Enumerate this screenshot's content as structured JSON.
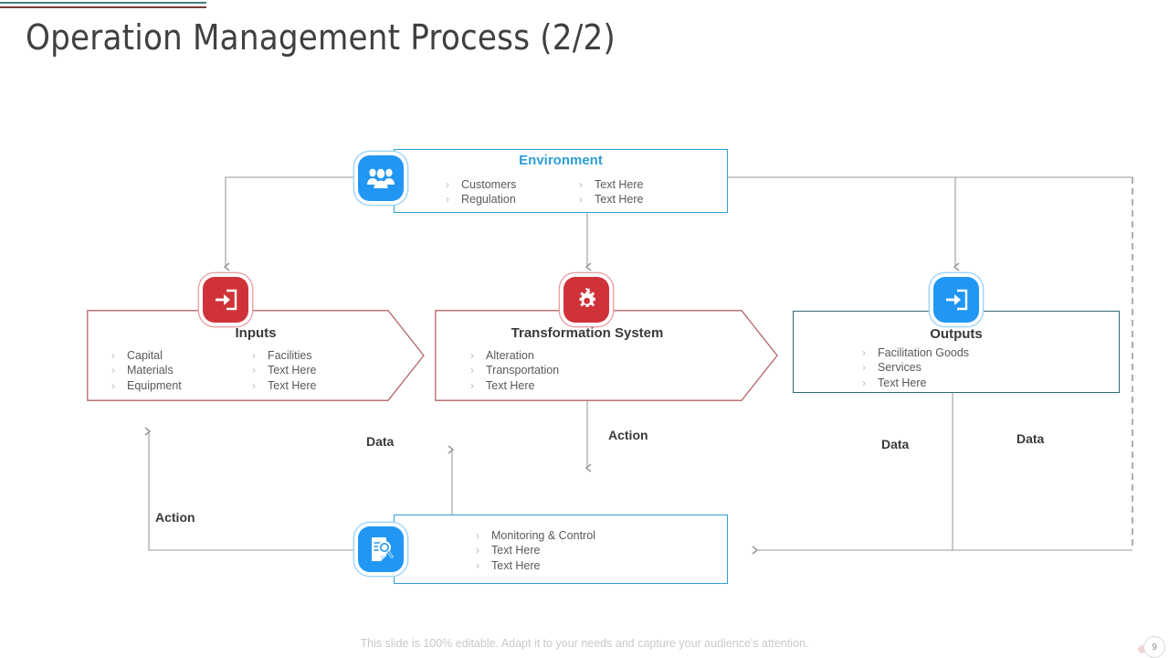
{
  "slide": {
    "title": "Operation Management Process (2/2)",
    "page_number": "9",
    "footer": "This slide is 100% editable. Adapt it to your needs and capture your audience's attention.",
    "accent_teal": "#3f7f86",
    "accent_maroon": "#7c3b3b",
    "accent_blue": "#2196f3",
    "accent_red": "#cf3339",
    "outputs_border": "#2e6b73"
  },
  "environment": {
    "heading": "Environment",
    "icon": "people-group-icon",
    "col1": [
      "Customers",
      "Regulation"
    ],
    "col2": [
      "Text Here",
      "Text Here"
    ]
  },
  "inputs": {
    "heading": "Inputs",
    "icon": "arrow-into-door-icon",
    "col1": [
      "Capital",
      "Materials",
      "Equipment"
    ],
    "col2": [
      "Facilities",
      "Text Here",
      "Text Here"
    ]
  },
  "transformation": {
    "heading": "Transformation System",
    "icon": "gears-icon",
    "col1": [
      "Alteration",
      "Transportation",
      "Text Here"
    ]
  },
  "outputs": {
    "heading": "Outputs",
    "icon": "arrow-out-door-icon",
    "col1": [
      "Facilitation Goods",
      "Services",
      "Text Here"
    ]
  },
  "monitoring": {
    "icon": "document-search-icon",
    "col1": [
      "Monitoring  & Control",
      "Text Here",
      "Text Here"
    ]
  },
  "flow_labels": {
    "action_left": "Action",
    "data_mid": "Data",
    "action_mid": "Action",
    "data_right_inner": "Data",
    "data_right_outer": "Data"
  },
  "bullet_marker": "›"
}
